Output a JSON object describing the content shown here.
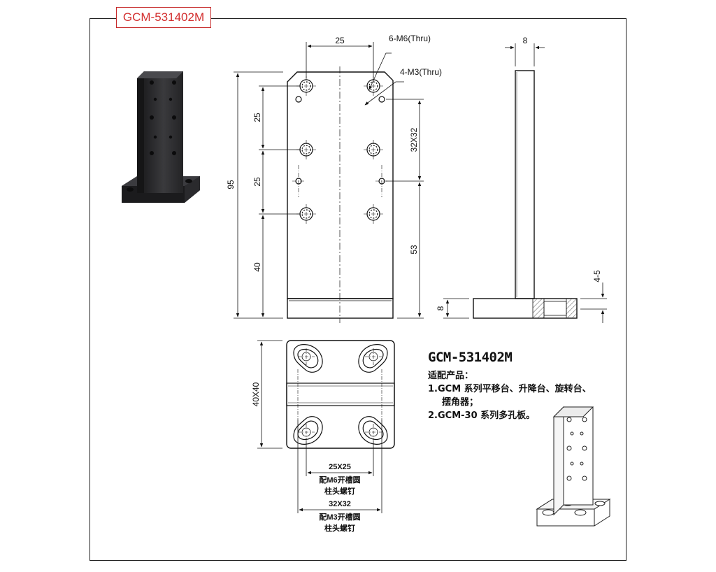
{
  "model_tag": "GCM-531402M",
  "front_view": {
    "dim_width": "25",
    "dim_height": "95",
    "dim_pitch_top": "25",
    "dim_pitch_mid": "25",
    "dim_bottom": "40",
    "dim_pitch_right": "32X32",
    "dim_bottom_right": "53",
    "callout_m6": "6-M6(Thru)",
    "callout_m3": "4-M3(Thru)"
  },
  "side_view": {
    "dim_thickness": "8",
    "dim_base": "8",
    "dim_counterbore": "4-5"
  },
  "bottom_view": {
    "dim_size": "40X40",
    "slot1_size": "25X25",
    "slot1_note_line1": "配M6开槽圆",
    "slot1_note_line2": "柱头螺钉",
    "slot2_size": "32X32",
    "slot2_note_line1": "配M3开槽圆",
    "slot2_note_line2": "柱头螺钉"
  },
  "info": {
    "title": "GCM-531402M",
    "heading": "适配产品：",
    "item1_line1": "1.GCM 系列平移台、升降台、旋转台、",
    "item1_line2": "摆角器；",
    "item2": "2.GCM-30 系列多孔板。"
  },
  "colors": {
    "tag_border": "#c62828",
    "tag_text": "#d32f2f",
    "part_dark": "#2b2b2d"
  }
}
